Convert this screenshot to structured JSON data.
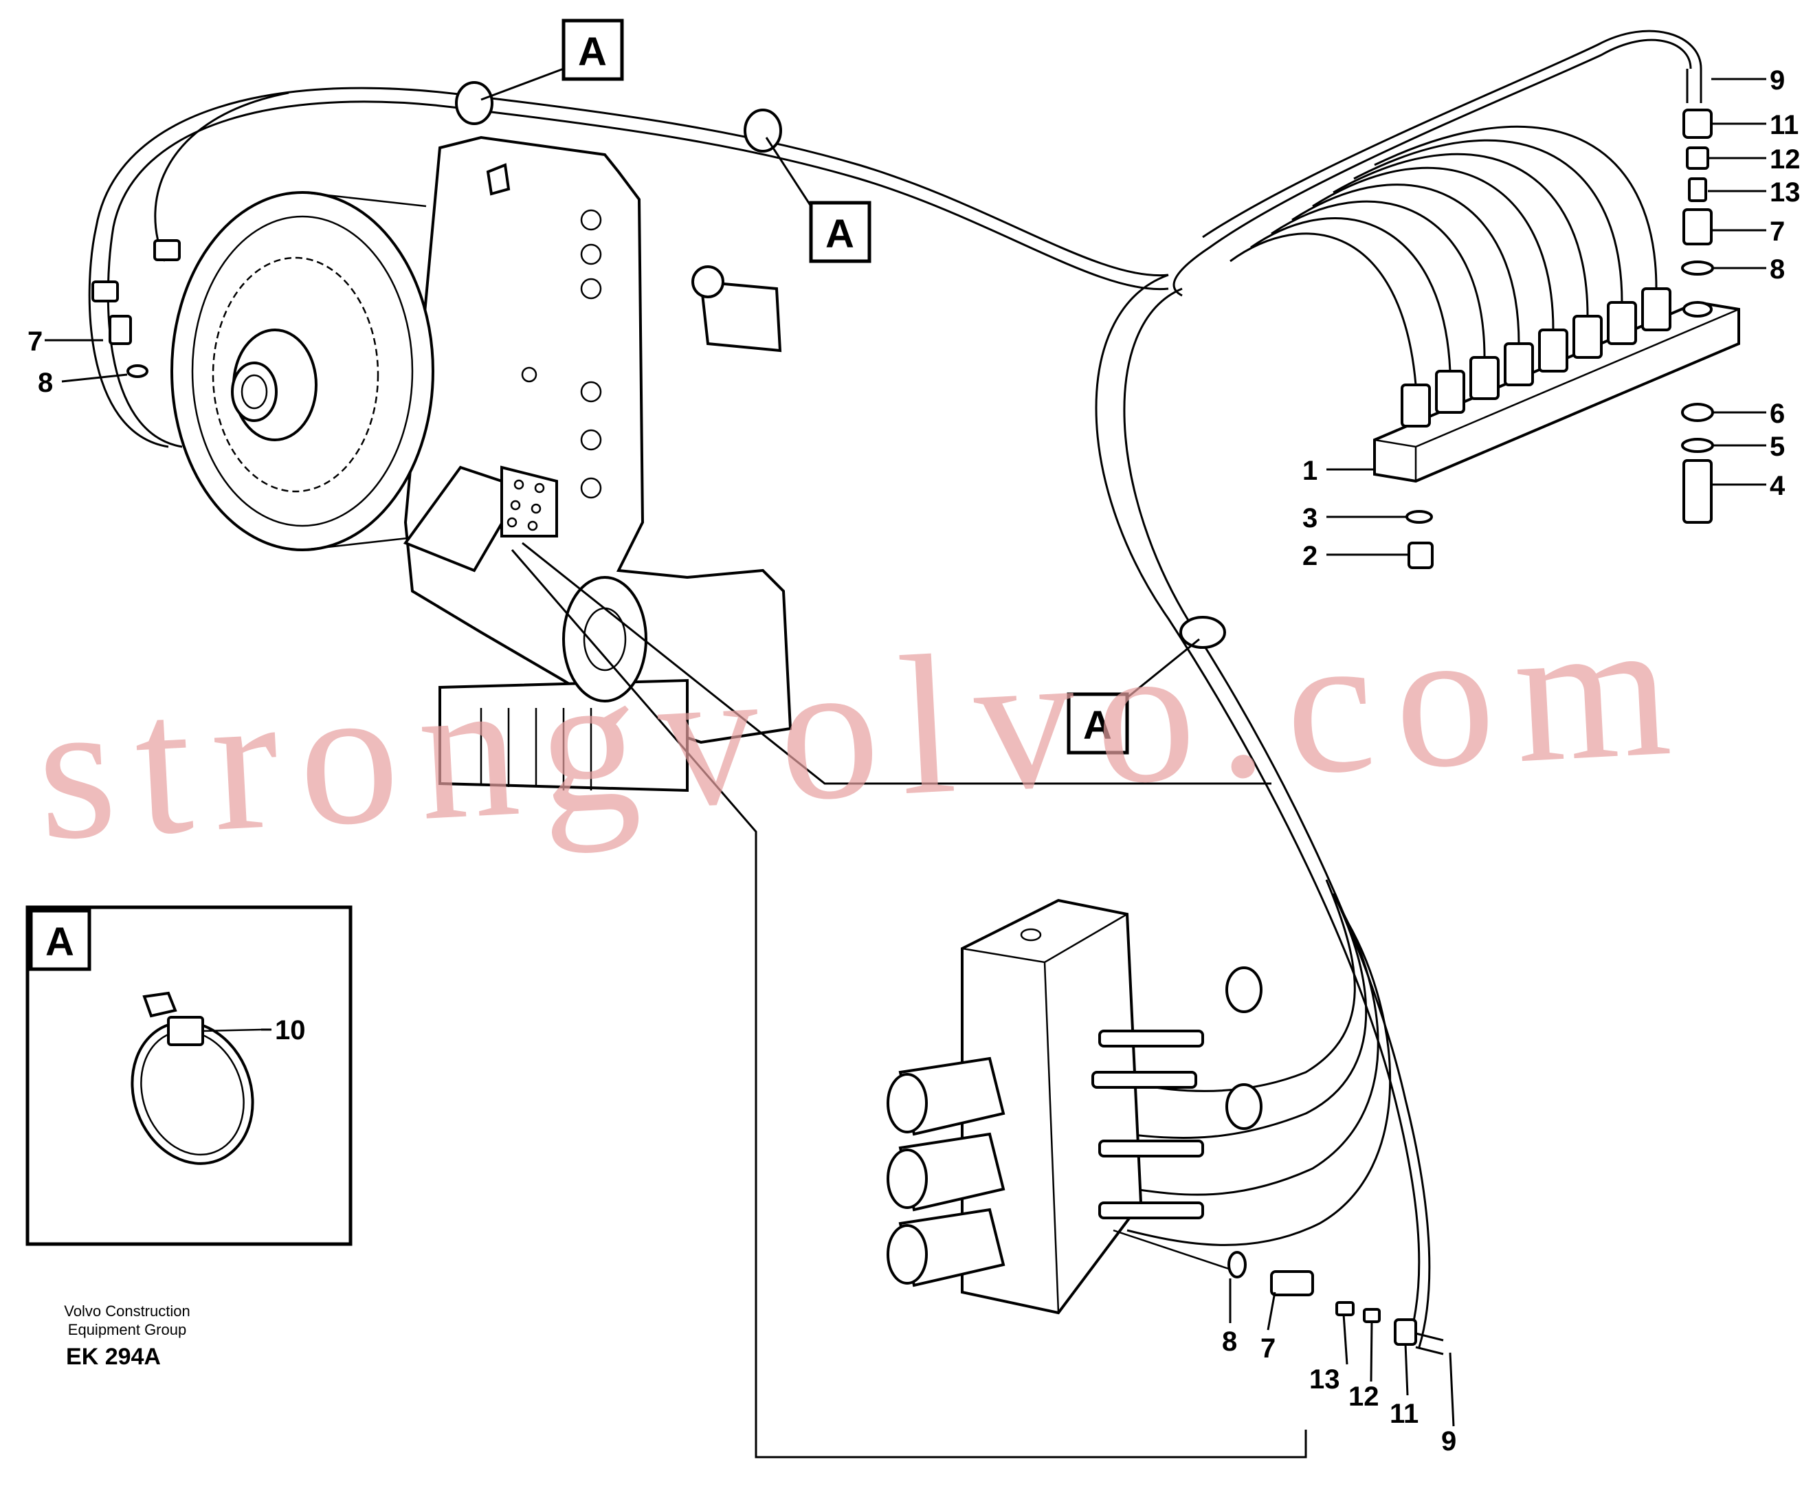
{
  "watermark": "strongvolvo.com",
  "detail_tag": "A",
  "footer": {
    "line1": "Volvo Construction",
    "line2": "Equipment Group",
    "code": "EK 294A"
  },
  "callouts": {
    "c1": "1",
    "c2": "2",
    "c3": "3",
    "c4": "4",
    "c5": "5",
    "c6": "6",
    "c7": "7",
    "c8": "8",
    "c9": "9",
    "c10": "10",
    "c11": "11",
    "c12": "12",
    "c13": "13"
  }
}
